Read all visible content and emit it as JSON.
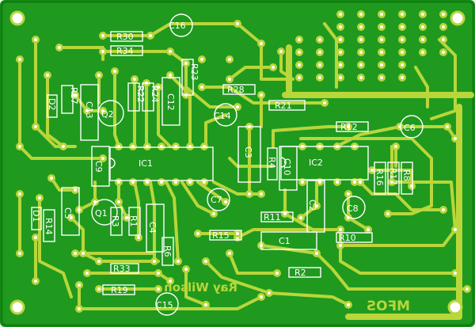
{
  "board": {
    "colors": {
      "substrate": "#1f9a1f",
      "copper": "#b9d63a",
      "edge": "#0f7f0f",
      "hole": "#ffffff",
      "silk": "#ffffff"
    },
    "components": {
      "ic1": "IC1",
      "ic2": "IC2",
      "q1": "Q1",
      "q2": "Q2",
      "d1": "D1",
      "d2": "D2",
      "c1": "C1",
      "c2": "C2",
      "c3": "C3",
      "c4": "C4",
      "c5": "C5",
      "c6": "C6",
      "c7": "C7",
      "c8": "C8",
      "c9": "C9",
      "c10": "C10",
      "c12": "C12",
      "c13": "C13",
      "c14": "C14",
      "c15": "C15",
      "c16": "C16",
      "r1": "R1",
      "r2": "R2",
      "r3": "R3",
      "r4": "R4",
      "r6": "R6",
      "r8": "R8",
      "r10": "R10",
      "r11": "R11",
      "r12": "R12",
      "r14": "R14",
      "r15": "R15",
      "r16": "R16",
      "r17": "R17",
      "r19": "R19",
      "r21": "R21",
      "r22": "R22",
      "r23": "R23",
      "r24": "R24",
      "r27": "R27",
      "r28": "R28",
      "r30": "R30",
      "r33": "R33",
      "r34": "R34"
    },
    "credit": "Ray Wilson",
    "title": "MFOS"
  }
}
